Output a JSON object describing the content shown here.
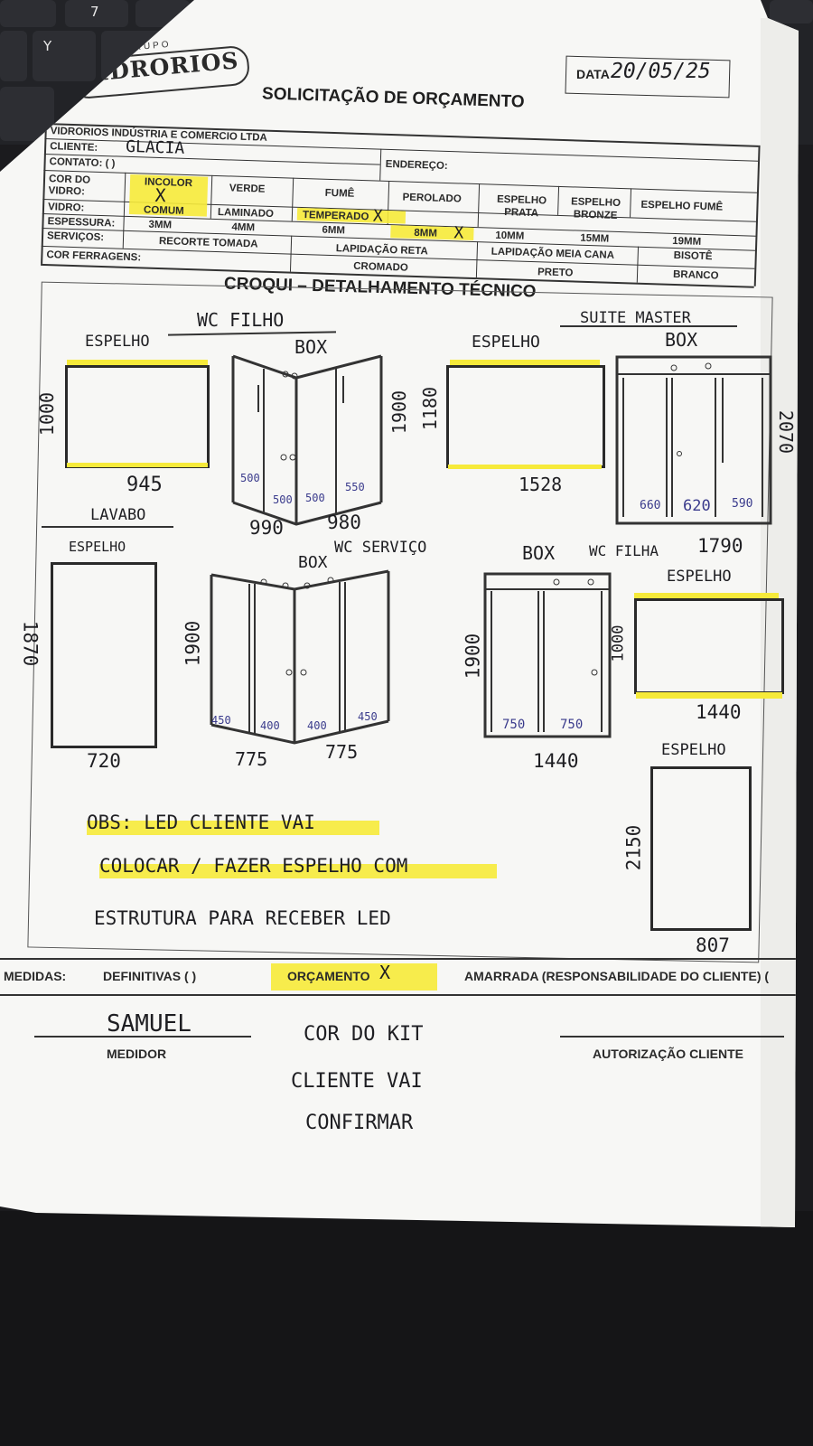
{
  "header": {
    "logo_prefix": "GRUPO",
    "logo_name": "VIDRORIOS",
    "date_label": "DATA",
    "date_value": "20/05/25",
    "title": "SOLICITAÇÃO DE ORÇAMENTO"
  },
  "form": {
    "company": "VIDRORIOS INDÚSTRIA E COMERCIO LTDA",
    "client_label": "CLIENTE:",
    "client_value": "GLACIA",
    "contact_label": "CONTATO: (   )",
    "address_label": "ENDEREÇO:",
    "glass_color_label": "COR DO VIDRO:",
    "glass_colors": [
      "INCOLOR",
      "VERDE",
      "FUMÊ",
      "PEROLADO",
      "ESPELHO PRATA",
      "ESPELHO BRONZE",
      "ESPELHO FUMÊ"
    ],
    "glass_type_label": "VIDRO:",
    "glass_types": [
      "COMUM",
      "LAMINADO",
      "TEMPERADO"
    ],
    "thickness_label": "ESPESSURA:",
    "thicknesses": [
      "3MM",
      "4MM",
      "6MM",
      "8MM",
      "10MM",
      "15MM",
      "19MM"
    ],
    "services_label": "SERVIÇOS:",
    "services": [
      "RECORTE TOMADA",
      "LAPIDAÇÃO RETA",
      "LAPIDAÇÃO MEIA CANA",
      "BISOTÊ"
    ],
    "hardware_label": "COR FERRAGENS:",
    "hardware_colors": [
      "CROMADO",
      "PRETO",
      "BRANCO"
    ],
    "check_mark": "X"
  },
  "croqui": {
    "title": "CROQUI – DETALHAMENTO TÉCNICO",
    "wc_filho": {
      "label": "WC FILHO",
      "mirror_label": "ESPELHO",
      "mirror_height": "1000",
      "mirror_width": "945",
      "box_label": "BOX",
      "box_height": "1900",
      "box_width_left": "990",
      "box_width_right": "980",
      "panels": [
        "500",
        "500",
        "500",
        "550"
      ]
    },
    "suite_master": {
      "label": "SUITE MASTER",
      "mirror_label": "ESPELHO",
      "mirror_height": "1180",
      "mirror_width": "1528",
      "box_label": "BOX",
      "box_height": "2070",
      "box_width": "1790",
      "panels": [
        "660",
        "620",
        "590"
      ]
    },
    "lavabo": {
      "label": "LAVABO",
      "mirror_label": "ESPELHO",
      "mirror_height": "1870",
      "mirror_width": "720"
    },
    "wc_servico": {
      "label": "WC SERVIÇO",
      "box_label": "BOX",
      "box_height": "1900",
      "box_width_left": "775",
      "box_width_right": "775",
      "panels": [
        "450",
        "400",
        "400",
        "450"
      ]
    },
    "wc_filha": {
      "label": "WC FILHA",
      "box_label": "BOX",
      "box_height": "1900",
      "box_width": "1440",
      "panels": [
        "750",
        "750"
      ],
      "mirror_label": "ESPELHO",
      "mirror_height": "1000",
      "mirror_width": "1440"
    },
    "extra_mirror": {
      "label": "ESPELHO",
      "height": "2150",
      "width": "807"
    },
    "obs_lines": [
      "OBS: LED CLIENTE VAI",
      "COLOCAR / FAZER ESPELHO COM",
      "ESTRUTURA PARA RECEBER LED"
    ]
  },
  "footer": {
    "measures_label": "MEDIDAS:",
    "definitive_label": "DEFINITIVAS (  )",
    "budget_label": "ORÇAMENTO",
    "budget_mark": "X",
    "tied_label": "AMARRADA (RESPONSABILIDADE DO CLIENTE) (",
    "measurer_signature": "SAMUEL",
    "measurer_label": "MEDIDOR",
    "client_auth_label": "AUTORIZAÇÃO CLIENTE",
    "notes": [
      "COR DO KIT",
      "CLIENTE VAI",
      "CONFIRMAR"
    ]
  },
  "keyboard_keys": [
    "7",
    "Y"
  ]
}
